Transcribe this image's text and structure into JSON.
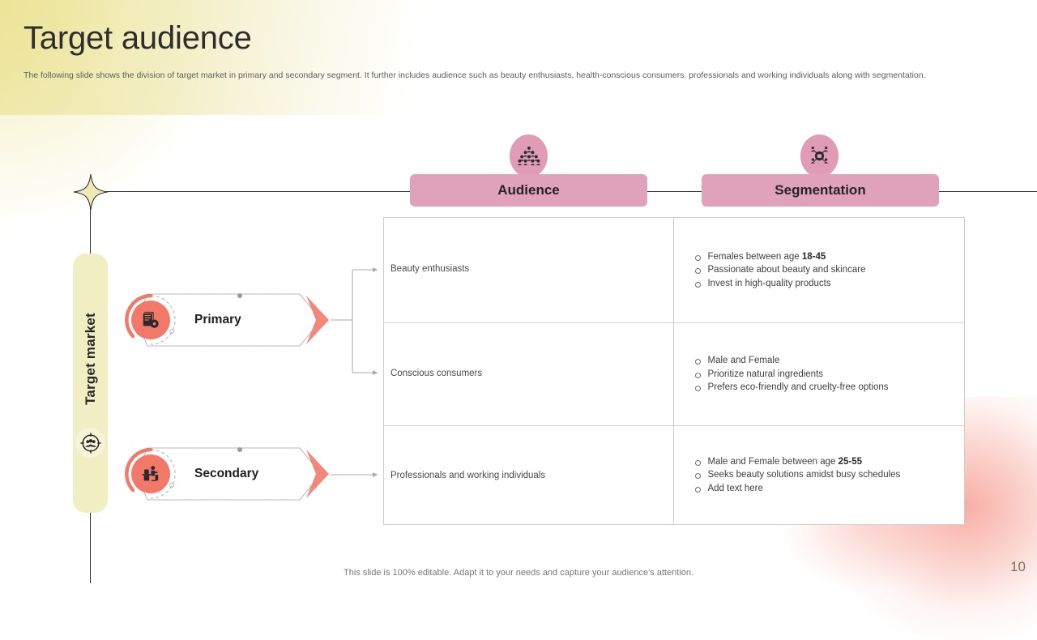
{
  "slide": {
    "title": "Target audience",
    "subtitle": "The following slide shows the division of target market in primary and secondary segment. It further includes audience such as beauty enthusiasts, health-conscious consumers, professionals and working individuals along with segmentation.",
    "footer_note": "This slide is 100% editable. Adapt it to your needs and capture your audience's attention.",
    "page_number": "10"
  },
  "rail": {
    "label": "Target market",
    "icon": "target-people-icon"
  },
  "segments": [
    {
      "label": "Primary",
      "icon": "document-gear-icon"
    },
    {
      "label": "Secondary",
      "icon": "person-at-desk-icon"
    }
  ],
  "columns": [
    {
      "title": "Audience",
      "icon": "crowd-pyramid-icon"
    },
    {
      "title": "Segmentation",
      "icon": "network-nodes-icon"
    }
  ],
  "rows": [
    {
      "audience": "Beauty enthusiasts",
      "segmentation": [
        {
          "text": "Females between age ",
          "bold": "18-45",
          "tail": ""
        },
        {
          "text": "Passionate about beauty and skincare",
          "bold": "",
          "tail": ""
        },
        {
          "text": "Invest in high-quality products",
          "bold": "",
          "tail": ""
        }
      ]
    },
    {
      "audience": "Conscious consumers",
      "segmentation": [
        {
          "text": "Male and Female",
          "bold": "",
          "tail": ""
        },
        {
          "text": "Prioritize natural ingredients",
          "bold": "",
          "tail": ""
        },
        {
          "text": "Prefers eco-friendly and cruelty-free options",
          "bold": "",
          "tail": ""
        }
      ]
    },
    {
      "audience": "Professionals and working individuals",
      "segmentation": [
        {
          "text": "Male and Female between age ",
          "bold": "25-55",
          "tail": ""
        },
        {
          "text": "Seeks beauty solutions amidst busy schedules",
          "bold": "",
          "tail": ""
        },
        {
          "text": "Add text here",
          "bold": "",
          "tail": ""
        }
      ]
    }
  ],
  "colors": {
    "header_pink": "#dfa2b9",
    "accent_coral": "#f2786a",
    "rail_cream": "#f2eec4",
    "line_dark": "#2b2b2b",
    "table_border": "#cfcfcf"
  }
}
